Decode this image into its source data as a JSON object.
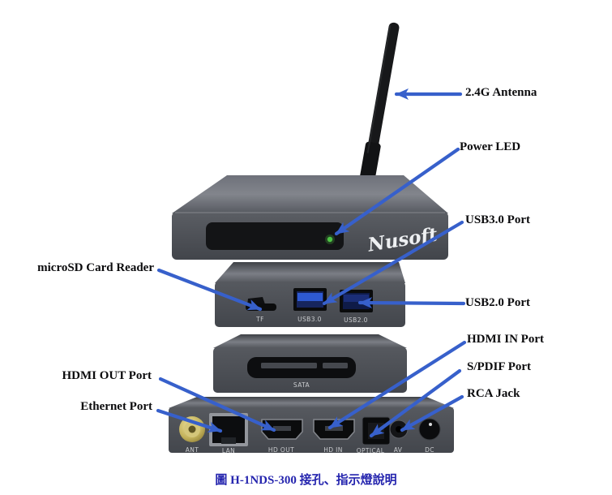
{
  "figure": {
    "caption": "圖 H-1NDS-300 接孔、指示燈說明",
    "brand_logo": "Nusoft"
  },
  "callouts": {
    "antenna": "2.4G Antenna",
    "power_led": "Power LED",
    "usb3": "USB3.0 Port",
    "microsd": "microSD Card Reader",
    "usb2": "USB2.0 Port",
    "hdmi_in": "HDMI IN Port",
    "hdmi_out": "HDMI OUT Port",
    "spdif": "S/PDIF Port",
    "ethernet": "Ethernet Port",
    "rca": "RCA Jack"
  },
  "port_labels": {
    "tf": "TF",
    "usb3": "USB3.0",
    "usb2": "USB2.0",
    "sata": "SATA",
    "ant": "ANT",
    "lan": "LAN",
    "hd_out": "HD OUT",
    "hd_in": "HD IN",
    "optical": "OPTICAL",
    "av": "AV",
    "dc": "DC"
  },
  "colors": {
    "arrow_blue": "#3760cb",
    "caption_blue": "#2424ae",
    "led_green": "#4ec445",
    "usb3_blue": "#2e5ad2",
    "antenna_gold": "#d4c67a"
  }
}
